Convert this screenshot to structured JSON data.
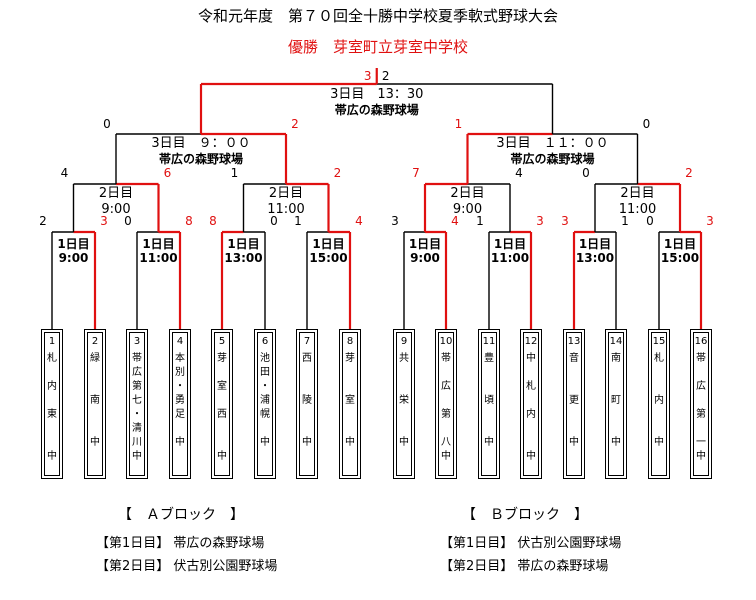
{
  "header": {
    "title": "令和元年度　第７０回全十勝中学校夏季軟式野球大会",
    "champion": "優勝　芽室町立芽室中学校"
  },
  "teams": [
    {
      "num": "1",
      "name": "札\n\n内\n\n東\n\n\n中"
    },
    {
      "num": "2",
      "name": "緑\n\n\n南\n\n\n中"
    },
    {
      "num": "3",
      "name": "帯\n広\n第\n七\n・\n清\n川\n中"
    },
    {
      "num": "4",
      "name": "本\n別\n・\n勇\n足\n\n中"
    },
    {
      "num": "5",
      "name": "芽\n\n室\n\n西\n\n\n中"
    },
    {
      "num": "6",
      "name": "池\n田\n・\n浦\n幌\n\n中"
    },
    {
      "num": "7",
      "name": "西\n\n\n陵\n\n\n中"
    },
    {
      "num": "8",
      "name": "芽\n\n\n室\n\n\n中"
    },
    {
      "num": "9",
      "name": "共\n\n\n栄\n\n\n中"
    },
    {
      "num": "10",
      "name": "帯\n\n広\n\n第\n\n八\n中"
    },
    {
      "num": "11",
      "name": "豊\n\n\n頃\n\n\n中"
    },
    {
      "num": "12",
      "name": "中\n\n札\n\n内\n\n\n中"
    },
    {
      "num": "13",
      "name": "音\n\n\n更\n\n\n中"
    },
    {
      "num": "14",
      "name": "南\n\n\n町\n\n\n中"
    },
    {
      "num": "15",
      "name": "札\n\n\n内\n\n\n中"
    },
    {
      "num": "16",
      "name": "帯\n\n広\n\n第\n\n一\n中"
    }
  ],
  "r1": [
    {
      "day": "1日目",
      "time": "9:00",
      "ls": "2",
      "rs": "3"
    },
    {
      "day": "1日目",
      "time": "11:00",
      "ls": "0",
      "rs": "8"
    },
    {
      "day": "1日目",
      "time": "13:00",
      "ls": "8",
      "rs": "0"
    },
    {
      "day": "1日目",
      "time": "15:00",
      "ls": "1",
      "rs": "4"
    },
    {
      "day": "1日目",
      "time": "9:00",
      "ls": "3",
      "rs": "4"
    },
    {
      "day": "1日目",
      "time": "11:00",
      "ls": "1",
      "rs": "3"
    },
    {
      "day": "1日目",
      "time": "13:00",
      "ls": "3",
      "rs": "1"
    },
    {
      "day": "1日目",
      "time": "15:00",
      "ls": "0",
      "rs": "3"
    }
  ],
  "r2": [
    {
      "day": "2日目",
      "time": "9:00",
      "ls": "4",
      "rs": "6"
    },
    {
      "day": "2日目",
      "time": "11:00",
      "ls": "1",
      "rs": "2"
    },
    {
      "day": "2日目",
      "time": "9:00",
      "ls": "7",
      "rs": "4"
    },
    {
      "day": "2日目",
      "time": "11:00",
      "ls": "0",
      "rs": "2"
    }
  ],
  "r3": [
    {
      "daytime": "3日目　９：００",
      "venue": "帯広の森野球場",
      "ls": "0",
      "rs": "2"
    },
    {
      "daytime": "3日目　１１：００",
      "venue": "帯広の森野球場",
      "ls": "1",
      "rs": "0"
    }
  ],
  "final": {
    "daytime": "3日目　13：30",
    "venue": "帯広の森野球場",
    "ls": "3",
    "rs": "2"
  },
  "blocks": {
    "a_title": "【　Ａブロック　】",
    "a_day1": "【第1日目】 帯広の森野球場",
    "a_day2": "【第2日目】 伏古別公園野球場",
    "b_title": "【　Ｂブロック　】",
    "b_day1": "【第1日目】 伏古別公園野球場",
    "b_day2": "【第2日目】 帯広の森野球場"
  },
  "colors": {
    "win": "#e01010",
    "line": "#000000"
  }
}
